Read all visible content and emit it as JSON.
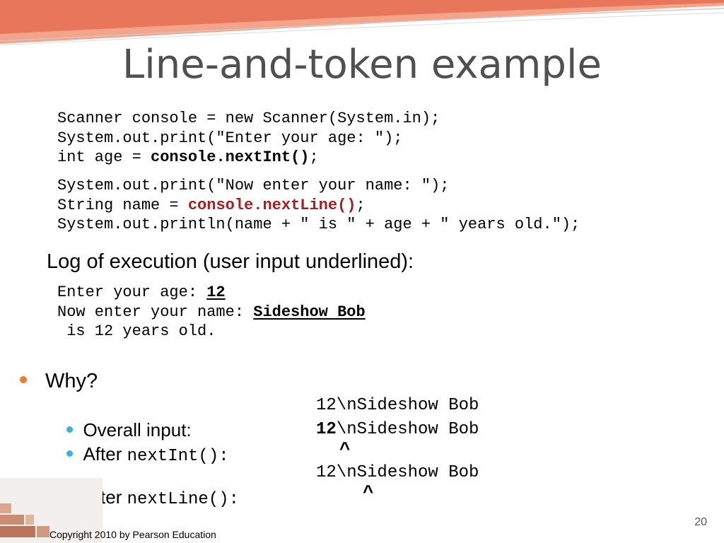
{
  "slide": {
    "title": "Line-and-token example",
    "code_lines_1": [
      [
        {
          "t": "Scanner console = new Scanner(System.in);"
        }
      ],
      [
        {
          "t": "System.out.print(\"Enter your age: \");"
        }
      ],
      [
        {
          "t": "int age = "
        },
        {
          "t": "console.nextInt()",
          "s": "hl"
        },
        {
          "t": ";"
        }
      ]
    ],
    "code_lines_2": [
      [
        {
          "t": "System.out.print(\"Now enter your name: \");"
        }
      ],
      [
        {
          "t": "String name = "
        },
        {
          "t": "console.nextLine()",
          "s": "hl-red"
        },
        {
          "t": ";"
        }
      ],
      [
        {
          "t": "System.out.println(name + \" is \" + age + \" years old.\");"
        }
      ]
    ],
    "log_heading": "Log of execution (user input underlined):",
    "log_lines": [
      [
        {
          "t": "Enter your age: "
        },
        {
          "t": "12",
          "s": "hl u"
        }
      ],
      [
        {
          "t": "Now enter your name: "
        },
        {
          "t": "Sideshow Bob",
          "s": "hl u"
        }
      ],
      [
        {
          "t": " is 12 years old."
        }
      ]
    ],
    "why_label": "Why?",
    "rows": [
      {
        "label": "Overall input:",
        "code": "",
        "value_bold": "",
        "value_rest": "12\\nSideshow Bob"
      },
      {
        "label": "After ",
        "code": "nextInt():",
        "value_bold": "12",
        "value_rest": "\\nSideshow Bob"
      },
      {
        "label": "After ",
        "code": "nextLine():",
        "value_bold": "",
        "value_rest": "12\\nSideshow Bob"
      }
    ],
    "caret": "^",
    "copyright": "Copyright 2010 by Pearson Education",
    "page_number": "20",
    "colors": {
      "accent_orange": "#ef7b2e",
      "accent_teal": "#3bb1d5",
      "highlight_red": "#a51f1f",
      "title_gray": "#505050"
    }
  }
}
